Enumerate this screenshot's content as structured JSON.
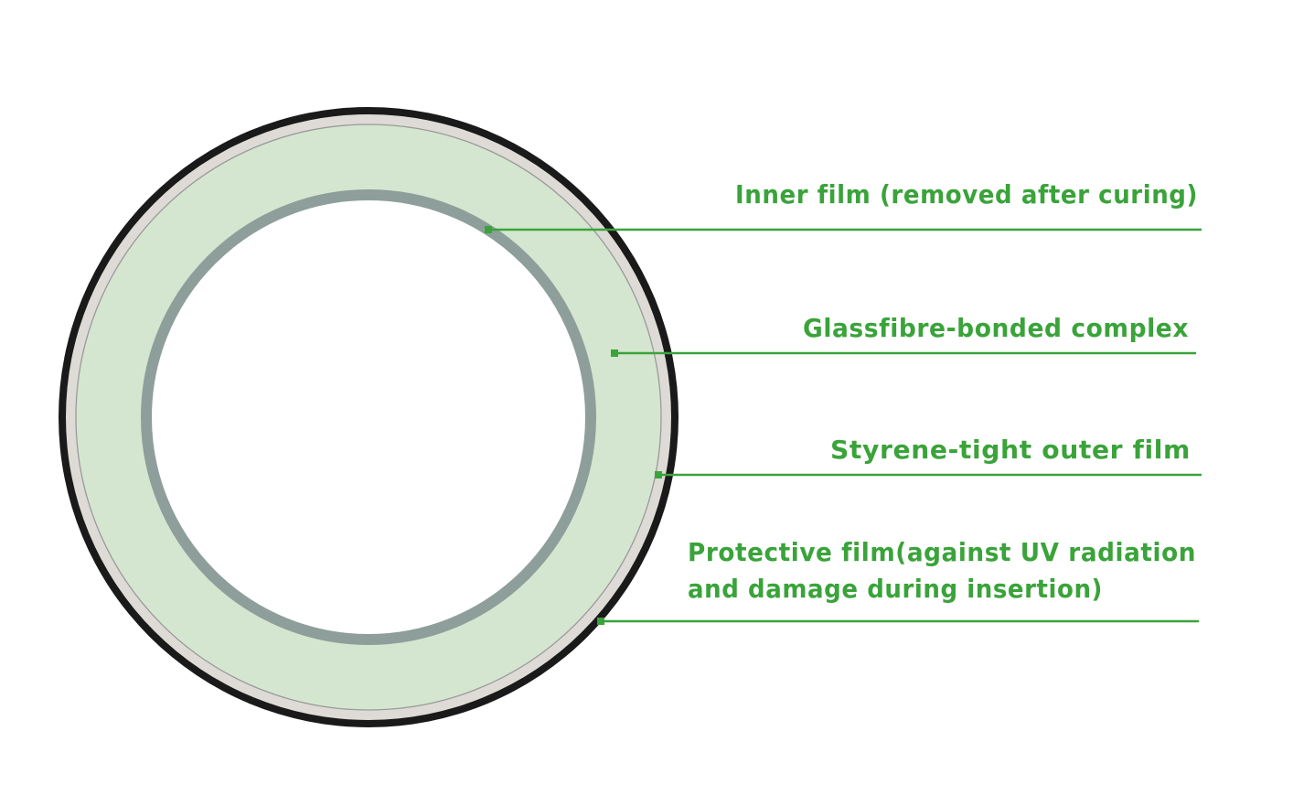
{
  "colors": {
    "accent": "#3aa33a",
    "outer_ring": "#1a1a1a",
    "protective_layer": "#dedbd6",
    "complex_fill": "#d4e6cf",
    "inner_film": "#8e9e9b",
    "background": "#ffffff"
  },
  "labels": {
    "inner_film": "Inner film (removed after curing)",
    "glassfibre": "Glassfibre-bonded complex",
    "styrene": "Styrene-tight outer film",
    "protective_line1": "Protective film(against UV radiation",
    "protective_line2": "and damage during insertion)"
  }
}
